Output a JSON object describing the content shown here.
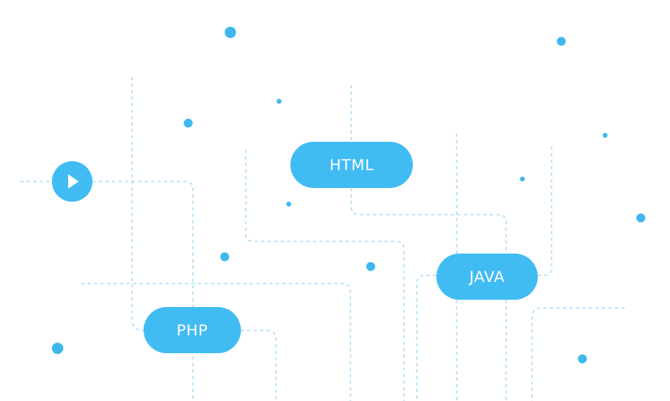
{
  "diagram": {
    "accent_color": "#40BCF3",
    "line_color": "#9FD8F2",
    "play_icon": "play-icon",
    "labels": {
      "html": "HTML",
      "java": "JAVA",
      "php": "PHP"
    }
  }
}
